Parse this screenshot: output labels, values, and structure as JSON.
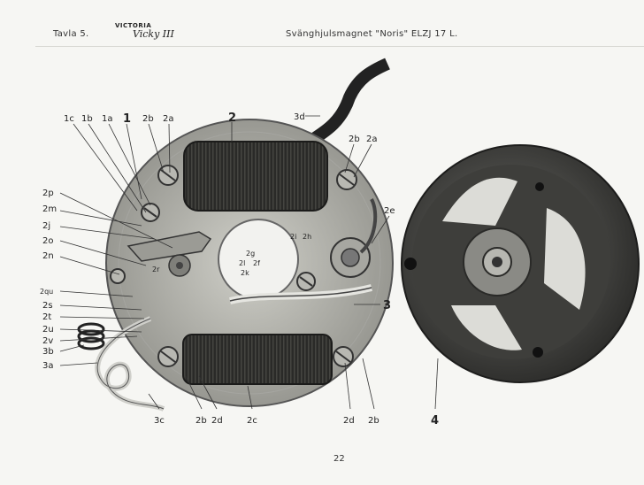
{
  "header": {
    "plate": "Tavla 5.",
    "brand": "VICTORIA",
    "model_script": "Vicky III",
    "caption": "Svänghjulsmagnet \"Noris\" ELZJ 17 L."
  },
  "page_number": "22",
  "labels": {
    "c1": "1c",
    "b1": "1b",
    "a1": "1a",
    "one": "1",
    "b2_top": "2b",
    "a2_top": "2a",
    "two": "2",
    "d3": "3d",
    "b2_right": "2b",
    "a2_right": "2a",
    "e2": "2e",
    "p2": "2p",
    "m2": "2m",
    "j2": "2j",
    "o2": "2o",
    "n2": "2n",
    "g2": "2g",
    "i2": "2i",
    "h2": "2h",
    "r2": "2r",
    "l2": "2l",
    "f2": "2f",
    "k2": "2k",
    "qu2": "2qu",
    "s2": "2s",
    "t2": "2t",
    "u2": "2u",
    "v2": "2v",
    "b3": "3b",
    "a3": "3a",
    "three": "3",
    "c3": "3c",
    "b2_bottom": "2b",
    "d2_bottom": "2d",
    "c2": "2c",
    "d2_right": "2d",
    "b2_bottom_right": "2b",
    "four": "4"
  }
}
